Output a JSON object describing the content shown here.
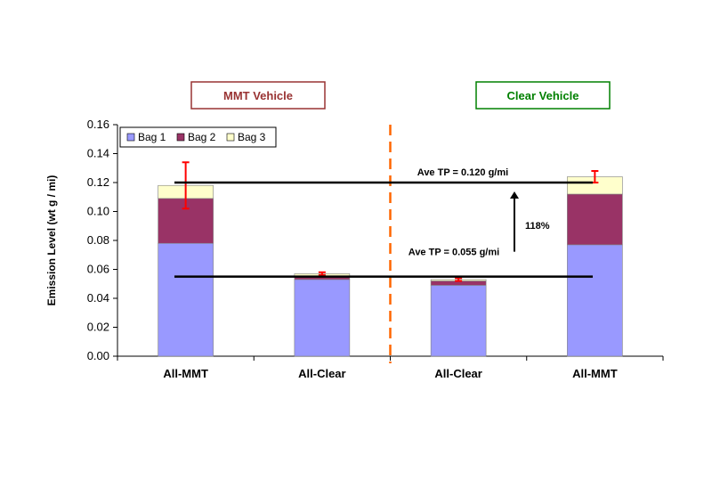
{
  "chart_data": {
    "type": "bar",
    "stacked": true,
    "categories": [
      "All-MMT",
      "All-Clear",
      "All-Clear",
      "All-MMT"
    ],
    "series": [
      {
        "name": "Bag 1",
        "color": "#9999ff",
        "values": [
          0.078,
          0.053,
          0.049,
          0.077
        ]
      },
      {
        "name": "Bag 2",
        "color": "#993366",
        "values": [
          0.031,
          0.002,
          0.003,
          0.035
        ]
      },
      {
        "name": "Bag 3",
        "color": "#ffffcc",
        "values": [
          0.009,
          0.002,
          0.001,
          0.012
        ]
      }
    ],
    "error_bars": [
      {
        "center": 0.118,
        "low": 0.102,
        "high": 0.134
      },
      {
        "center": 0.057,
        "low": 0.056,
        "high": 0.058
      },
      {
        "center": 0.053,
        "low": 0.052,
        "high": 0.054
      },
      {
        "center": 0.124,
        "low": 0.12,
        "high": 0.128
      }
    ],
    "error_color": "#ff0000",
    "ylabel": "Emission Level (wt g / mi)",
    "ylim": [
      0,
      0.16
    ],
    "yticks": [
      "0.00",
      "0.02",
      "0.04",
      "0.06",
      "0.08",
      "0.10",
      "0.12",
      "0.14",
      "0.16"
    ],
    "grid": false,
    "legend_position": "top-left",
    "group_labels": [
      {
        "text": "MMT Vehicle",
        "color": "#993333",
        "border": "#993333"
      },
      {
        "text": "Clear Vehicle",
        "color": "#008000",
        "border": "#008000"
      }
    ],
    "divider_color": "#ff6600",
    "reference_lines": [
      {
        "label": "Ave TP = 0.120 g/mi",
        "value": 0.12
      },
      {
        "label": "Ave TP = 0.055 g/mi",
        "value": 0.055
      }
    ],
    "increase_annotation": "118%"
  }
}
